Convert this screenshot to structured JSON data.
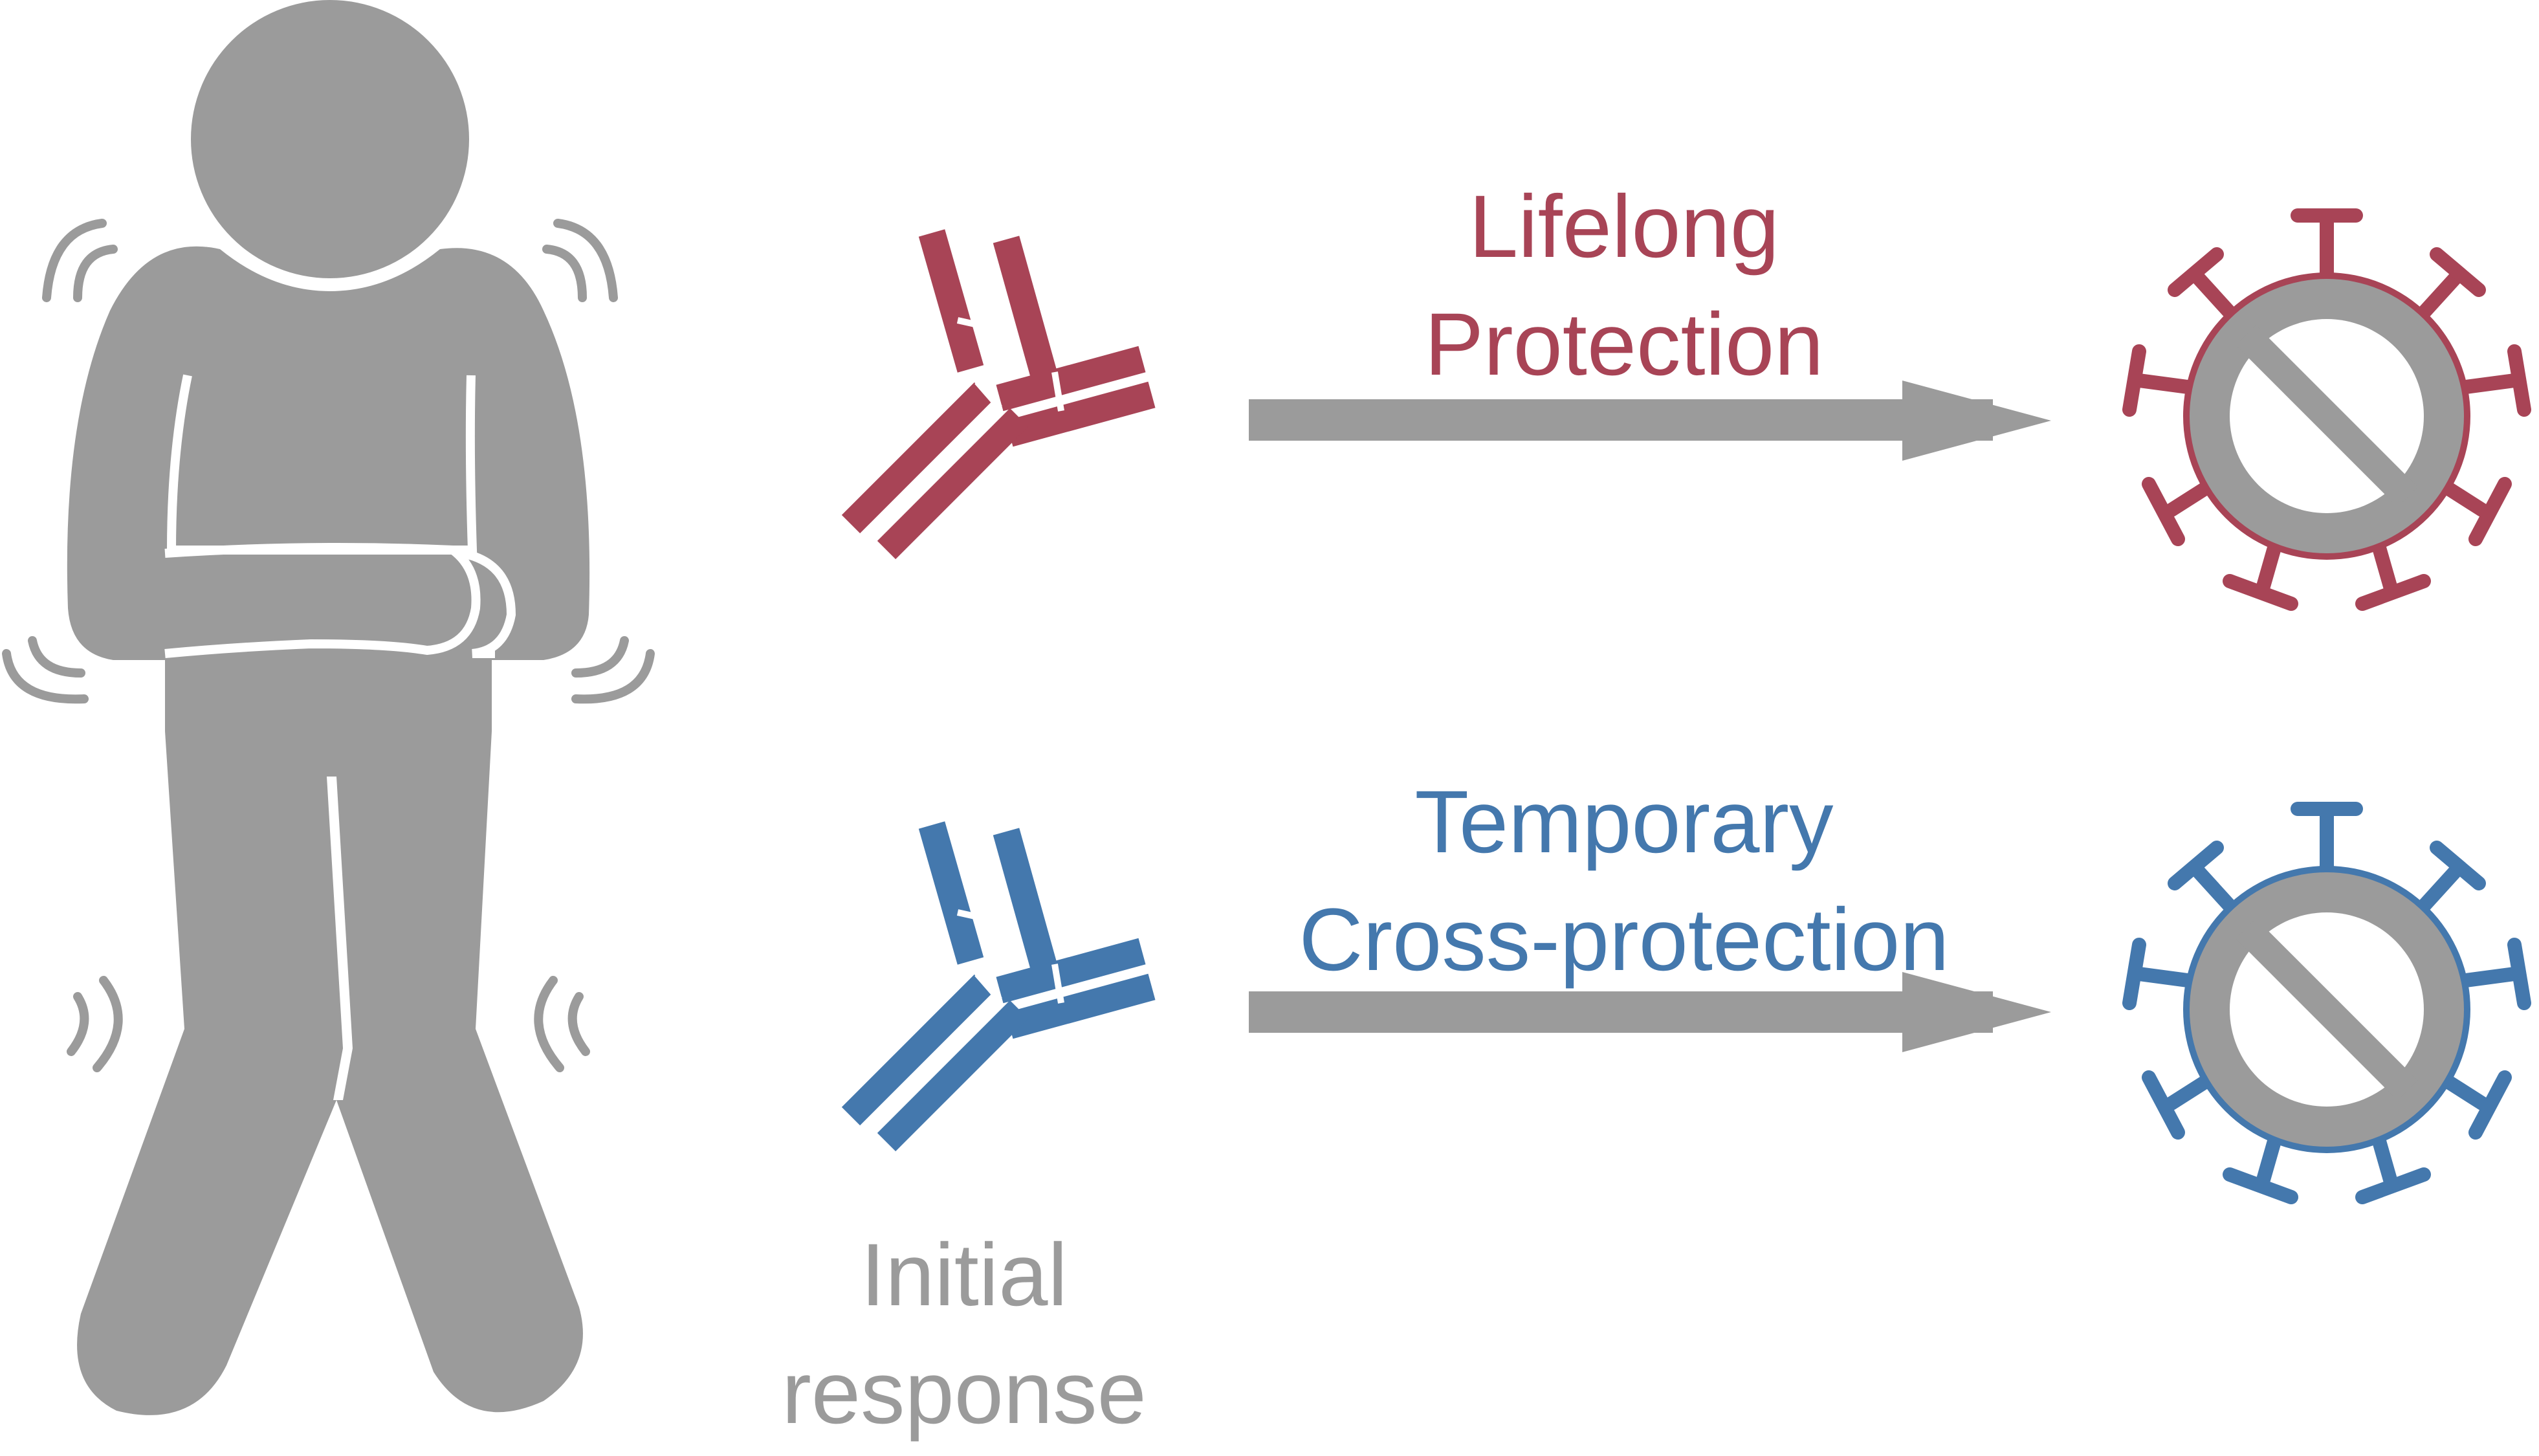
{
  "colors": {
    "figure_gray": "#9b9b9b",
    "arrow_gray": "#9b9b9b",
    "lifelong_red": "#a84456",
    "temporary_blue": "#4478ad",
    "background": "#ffffff"
  },
  "icons": {
    "person": "shivering-person-icon",
    "antibody": "antibody-icon",
    "virus_blocked": "blocked-virus-icon",
    "arrow": "right-arrow-icon"
  },
  "labels": {
    "lifelong": [
      "Lifelong",
      "Protection"
    ],
    "temporary": [
      "Temporary",
      "Cross-protection"
    ],
    "initial": [
      "Initial",
      "response"
    ]
  }
}
